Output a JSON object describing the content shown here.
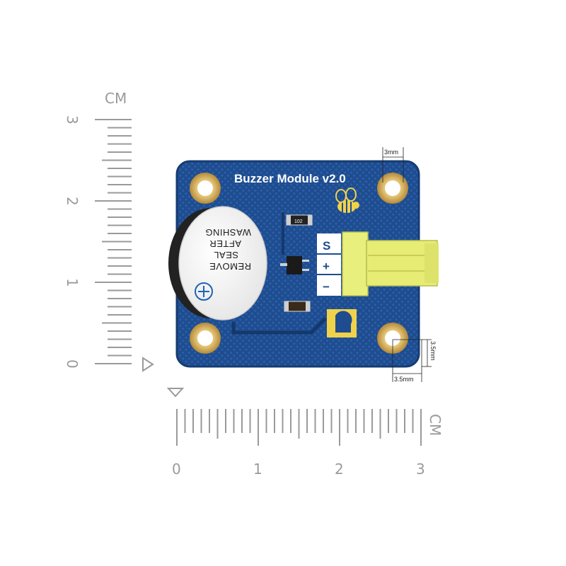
{
  "vertical_ruler": {
    "unit_label": "CM",
    "tick_labels": [
      "0",
      "1",
      "2",
      "3"
    ],
    "color": "#9a9a9a"
  },
  "horizontal_ruler": {
    "unit_label": "CM",
    "tick_labels": [
      "0",
      "1",
      "2",
      "3"
    ],
    "color": "#9a9a9a"
  },
  "board": {
    "title": "Buzzer Module v2.0",
    "color": "#1e4c8f",
    "pad_color": "#d8b15a",
    "connector_color": "#e9ef7c"
  },
  "connector_pins": [
    "S",
    "+",
    "−"
  ],
  "resistor_marking": "102",
  "buzzer_label_lines": [
    "REMOVE",
    "SEAL",
    "AFTER",
    "WASHING"
  ],
  "buzzer_symbol": "⊕",
  "dimensions": {
    "hole_diameter": "3mm",
    "offset_x": "3.5mm",
    "offset_y": "3.5mm"
  },
  "icons": [
    "bee-logo-icon",
    "ruler-arrow-icon"
  ]
}
